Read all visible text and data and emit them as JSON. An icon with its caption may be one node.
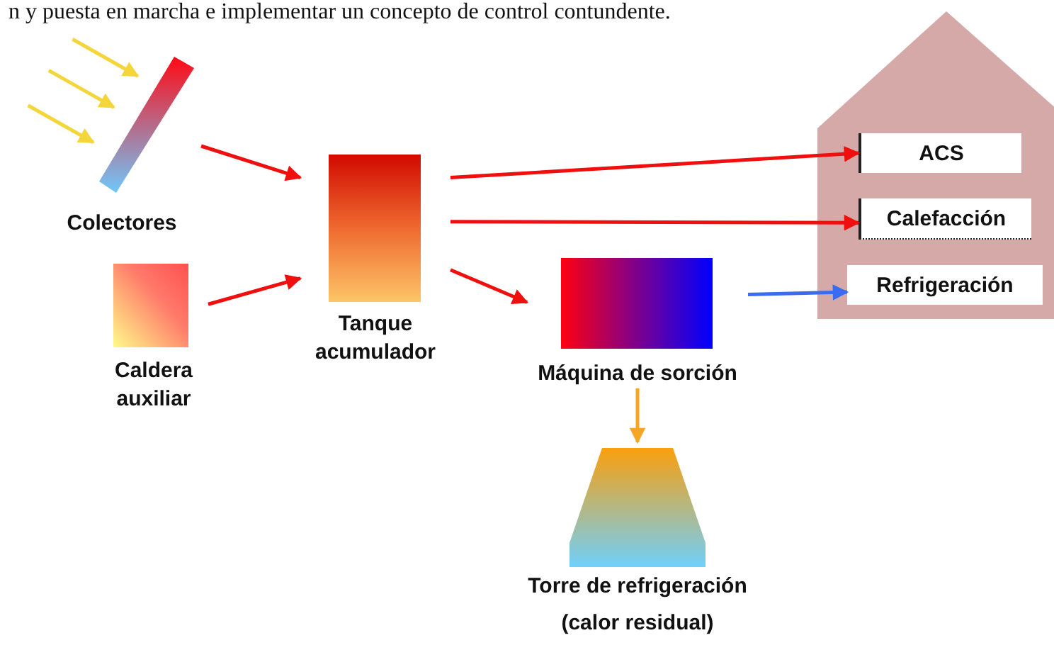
{
  "diagram": {
    "nodes": [
      {
        "text": [
          "Colectores"
        ]
      },
      {
        "text": [
          "Tanque acumulador"
        ]
      },
      {
        "text": [
          "Caldera auxiliar"
        ]
      },
      {
        "text": [
          "Máquina de sorción"
        ]
      },
      {
        "text": [],
        "shape": "house"
      },
      {
        "text": [
          "ACS"
        ],
        "in": 4
      },
      {
        "text": [
          "Calefacción"
        ],
        "in": 4
      },
      {
        "text": [
          "Refrigeración"
        ],
        "in": 4
      },
      {
        "text": [
          "Torre de refrigeración",
          "(calor residual)"
        ]
      }
    ],
    "edges": [
      {
        "from": null,
        "to": 0,
        "arrow": "to",
        "color": "#f5d63a"
      },
      {
        "from": null,
        "to": 0,
        "arrow": "to",
        "color": "#f5d63a"
      },
      {
        "from": null,
        "to": 0,
        "arrow": "to",
        "color": "#f5d63a"
      },
      {
        "from": 0,
        "to": 1,
        "arrow": "to"
      },
      {
        "from": 2,
        "to": 1,
        "arrow": "to"
      },
      {
        "from": 1,
        "to": 5,
        "arrow": "to"
      },
      {
        "from": 1,
        "to": 6,
        "arrow": "to"
      },
      {
        "from": 1,
        "to": 3,
        "arrow": "to"
      },
      {
        "from": 3,
        "to": 7,
        "arrow": "to",
        "color": "#3b6cf0"
      },
      {
        "from": 3,
        "to": 8,
        "arrow": "to",
        "color": "#f5a623"
      }
    ],
    "labels": [
      "n y puesta en marcha e implementar un concepto de control contundente."
    ]
  }
}
